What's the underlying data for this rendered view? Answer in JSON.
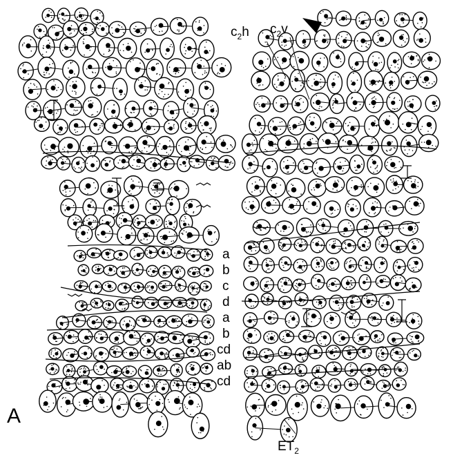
{
  "panel_letter": "A",
  "labels": {
    "c2h": {
      "main": "c",
      "sub": "2",
      "tail": "h"
    },
    "c2v": {
      "main": "c",
      "sub": "2",
      "tail": "v"
    },
    "et2": {
      "main": "ET",
      "sub": "2"
    }
  },
  "row_labels": [
    "a",
    "b",
    "c",
    "d",
    "a",
    "b",
    "cd",
    "ab",
    "cd"
  ],
  "colors": {
    "ink": "#000000",
    "background": "#ffffff"
  }
}
